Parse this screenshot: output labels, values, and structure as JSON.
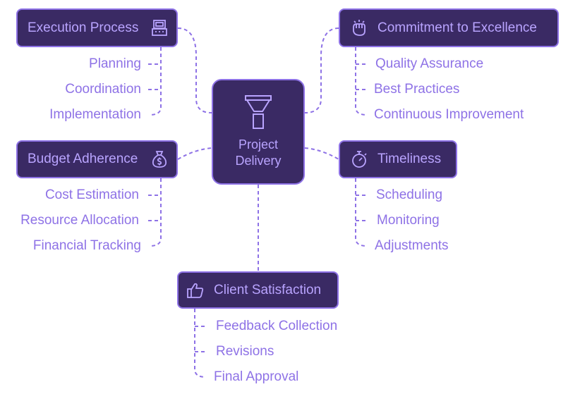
{
  "center": {
    "line1": "Project",
    "line2": "Delivery"
  },
  "branches": {
    "execution": {
      "label": "Execution Process",
      "items": [
        "Planning",
        "Coordination",
        "Implementation"
      ]
    },
    "excellence": {
      "label": "Commitment to Excellence",
      "items": [
        "Quality Assurance",
        "Best Practices",
        "Continuous Improvement"
      ]
    },
    "budget": {
      "label": "Budget Adherence",
      "items": [
        "Cost Estimation",
        "Resource Allocation",
        "Financial Tracking"
      ]
    },
    "timeliness": {
      "label": "Timeliness",
      "items": [
        "Scheduling",
        "Monitoring",
        "Adjustments"
      ]
    },
    "client": {
      "label": "Client Satisfaction",
      "items": [
        "Feedback Collection",
        "Revisions",
        "Final Approval"
      ]
    }
  },
  "colors": {
    "node_fill": "#3a2a64",
    "node_border": "#8e72e6",
    "node_text": "#b9a4ff",
    "item_text": "#8e72e6"
  },
  "icons": {
    "execution": "cash-register-icon",
    "excellence": "fist-icon",
    "budget": "money-bag-icon",
    "timeliness": "stopwatch-icon",
    "client": "thumbs-up-icon",
    "center": "funnel-icon"
  }
}
